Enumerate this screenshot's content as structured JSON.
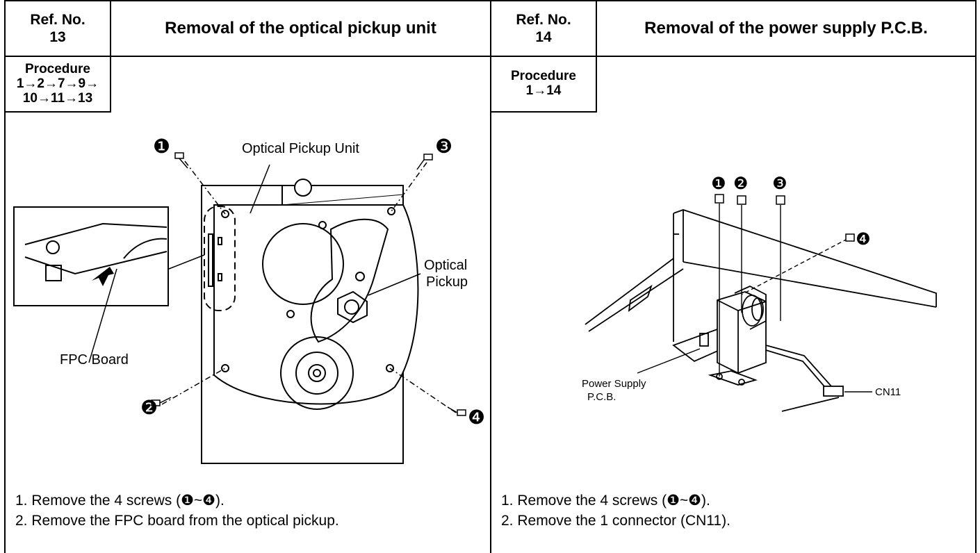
{
  "left": {
    "ref_label": "Ref. No.",
    "ref_number": "13",
    "title": "Removal of the optical pickup unit",
    "procedure_label": "Procedure",
    "procedure_lines": [
      "1→2→7→9→",
      "10→11→13"
    ],
    "figure": {
      "labels": {
        "optical_pickup_unit": "Optical  Pickup  Unit",
        "optical": "Optical",
        "pickup": "Pickup",
        "fpc_board": "FPC  Board"
      },
      "screw_markers": [
        "❶",
        "❷",
        "❸",
        "❹"
      ]
    },
    "steps": [
      "1. Remove the 4 screws (❶~❹).",
      "2. Remove the FPC board from the optical pickup."
    ]
  },
  "right": {
    "ref_label": "Ref. No.",
    "ref_number": "14",
    "title": "Removal of the power supply  P.C.B.",
    "procedure_label": "Procedure",
    "procedure_lines": [
      "1→14"
    ],
    "figure": {
      "labels": {
        "power_supply": "Power  Supply",
        "pcb": "P.C.B.",
        "cn11": "CN11"
      },
      "screw_markers": [
        "❶",
        "❷",
        "❸",
        "❹"
      ]
    },
    "steps": [
      "1. Remove the 4 screws (❶~❹).",
      "2. Remove the 1 connector (CN11)."
    ]
  }
}
